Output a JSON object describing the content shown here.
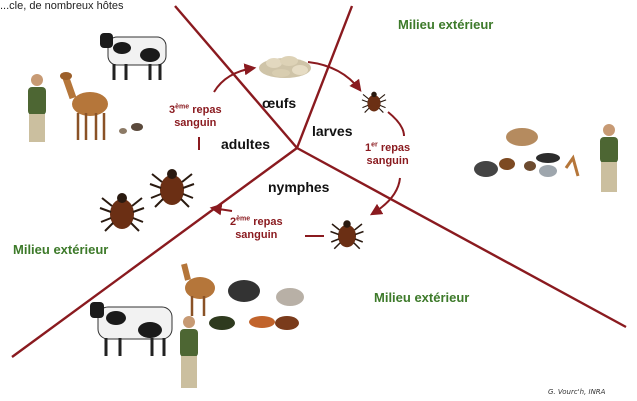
{
  "header_fragment": "...cle, de nombreux hôtes",
  "zones": {
    "top_right": "Milieu extérieur",
    "left": "Milieu extérieur",
    "bottom_right": "Milieu extérieur"
  },
  "stages": {
    "eggs": "œufs",
    "larvae": "larves",
    "nymphs": "nymphes",
    "adults": "adultes"
  },
  "meals": {
    "first": {
      "num": "1",
      "sup": "er",
      "word": "repas",
      "line2": "sanguin"
    },
    "second": {
      "num": "2",
      "sup": "ème",
      "word": "repas",
      "line2": "sanguin"
    },
    "third": {
      "num": "3",
      "sup": "ème",
      "word": "repas",
      "line2": "sanguin"
    }
  },
  "credit": "G. Vourc'h, INRA",
  "colors": {
    "divider": "#8a1a1f",
    "arrow": "#8a1a1f",
    "milieu_text": "#3d7a2a",
    "tick_body": "#6b2f14"
  }
}
